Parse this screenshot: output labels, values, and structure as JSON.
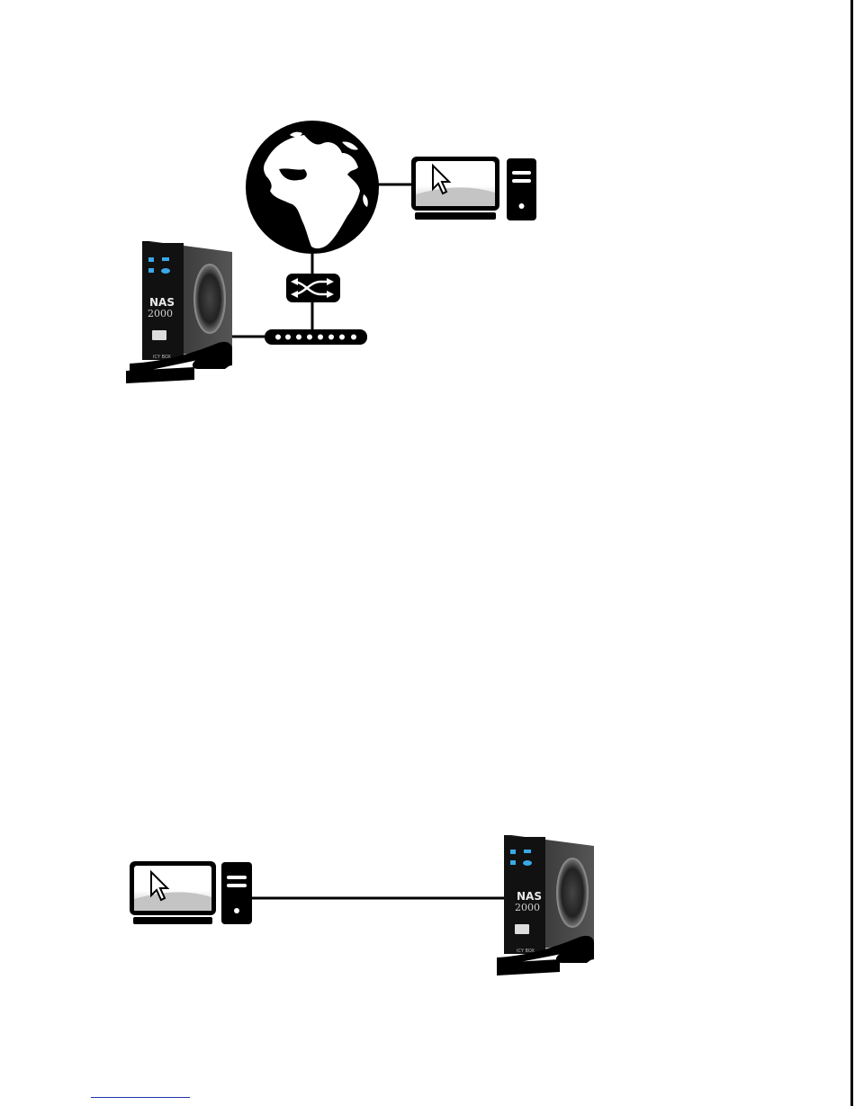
{
  "nas_device": {
    "label": "NAS",
    "model": "2000",
    "brand": "ICY BOX"
  },
  "colors": {
    "line": "#000000",
    "device_body": "#2a2a2a",
    "screen_fill": "#c8c8c8",
    "accent_blue": "#3aa8e8"
  },
  "icons": [
    "globe-icon",
    "desktop-computer-icon",
    "router-icon",
    "network-switch-icon",
    "nas-drive-icon"
  ]
}
